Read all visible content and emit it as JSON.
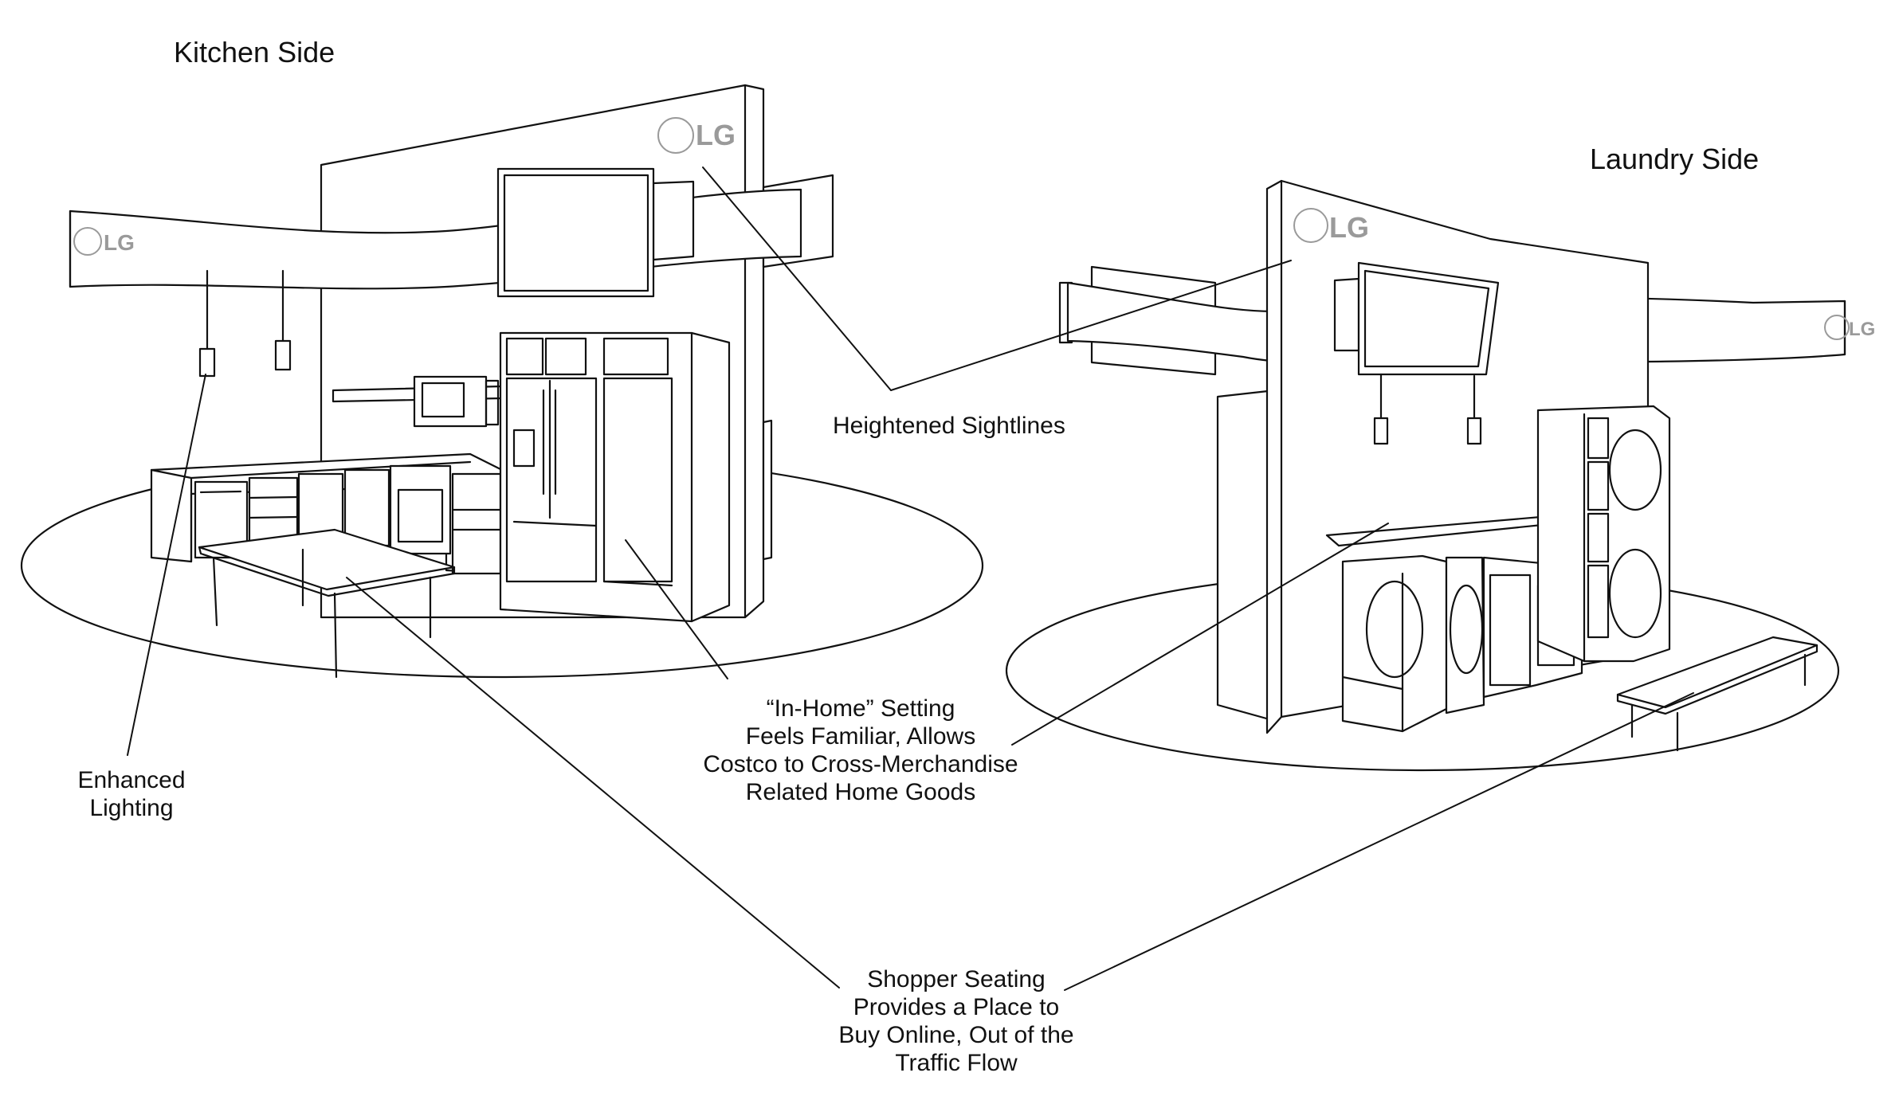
{
  "titles": {
    "kitchen": "Kitchen Side",
    "laundry": "Laundry Side"
  },
  "brand": {
    "logo_text": "LG",
    "logo_mark": "lg-logo-icon"
  },
  "callouts": {
    "sightlines": [
      "Heightened Sightlines"
    ],
    "in_home": [
      "“In-Home” Setting",
      "Feels Familiar, Allows",
      "Costco to Cross-Merchandise",
      "Related Home Goods"
    ],
    "lighting": [
      "Enhanced",
      "Lighting"
    ],
    "seating": [
      "Shopper Seating",
      "Provides a Place to",
      "Buy Online, Out of the",
      "Traffic Flow"
    ]
  },
  "colors": {
    "line": "#111111",
    "background": "#ffffff",
    "logo": "#9a9a9a"
  }
}
